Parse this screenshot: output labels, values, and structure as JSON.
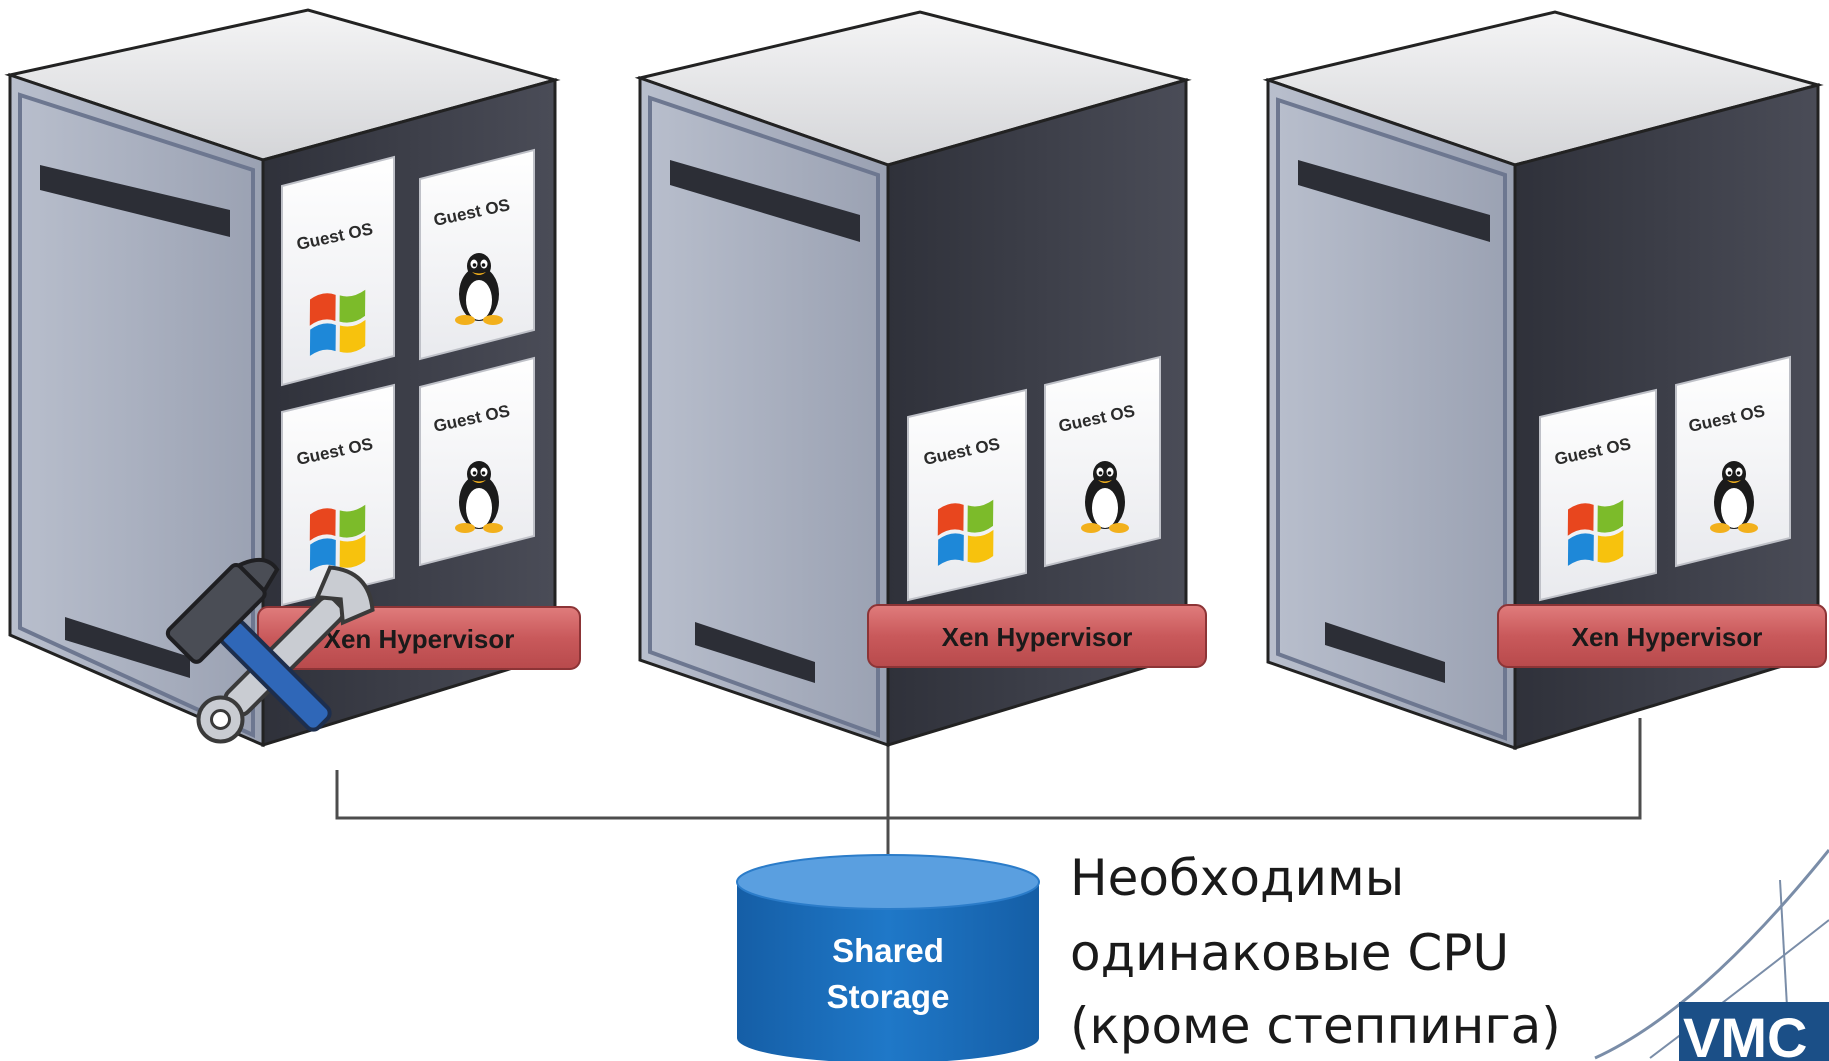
{
  "servers": [
    {
      "hypervisor_label": "Xen Hypervisor",
      "in_maintenance": true,
      "guests": [
        {
          "label": "Guest OS",
          "os": "windows-logo-icon"
        },
        {
          "label": "Guest OS",
          "os": "linux-tux-icon"
        },
        {
          "label": "Guest OS",
          "os": "windows-logo-icon"
        },
        {
          "label": "Guest OS",
          "os": "linux-tux-icon"
        }
      ]
    },
    {
      "hypervisor_label": "Xen Hypervisor",
      "in_maintenance": false,
      "guests": [
        {
          "label": "Guest OS",
          "os": "windows-logo-icon"
        },
        {
          "label": "Guest OS",
          "os": "linux-tux-icon"
        }
      ]
    },
    {
      "hypervisor_label": "Xen Hypervisor",
      "in_maintenance": false,
      "guests": [
        {
          "label": "Guest OS",
          "os": "windows-logo-icon"
        },
        {
          "label": "Guest OS",
          "os": "linux-tux-icon"
        }
      ]
    }
  ],
  "storage": {
    "line1": "Shared",
    "line2": "Storage",
    "color": "#1a6fc0"
  },
  "note": {
    "line1": "Необходимы",
    "line2": "одинаковые CPU",
    "line3": "(кроме степпинга)"
  },
  "logo": {
    "text": "VMC",
    "color": "#1b4f87"
  },
  "colors": {
    "hypervisor_fill": "#c8585a",
    "server_front": "#a9b0c0",
    "server_side": "#3d3f49",
    "server_top": "#e9e9ea",
    "maintenance_icon": "wrench-hammer-icon"
  }
}
